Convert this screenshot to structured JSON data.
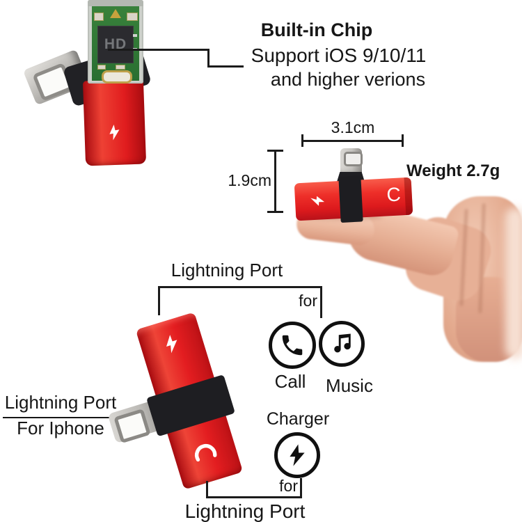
{
  "callouts": {
    "chip": {
      "title": "Built-in Chip",
      "line1": "Support iOS 9/10/11",
      "line2": "and higher verions"
    },
    "dimensions": {
      "width": "3.1cm",
      "height": "1.9cm",
      "weight": "Weight 2.7g"
    },
    "top_port": {
      "label": "Lightning Port",
      "for_text": "for",
      "call": "Call",
      "music": "Music"
    },
    "left_port": {
      "label": "Lightning Port",
      "sub": "For Iphone"
    },
    "charger": {
      "label": "Charger",
      "for_text": "for",
      "port": "Lightning Port"
    }
  },
  "product": {
    "chip_marking": "HD",
    "audio_marking": "C"
  },
  "colors": {
    "adapter_red": "#e31d20",
    "pcb_green": "#2f7c36",
    "metal_silver": "#c5c3bf",
    "black_plastic": "#1e1e22",
    "skin_tone": "#e5ad92",
    "annotation_ink": "#161616",
    "background": "#ffffff"
  }
}
